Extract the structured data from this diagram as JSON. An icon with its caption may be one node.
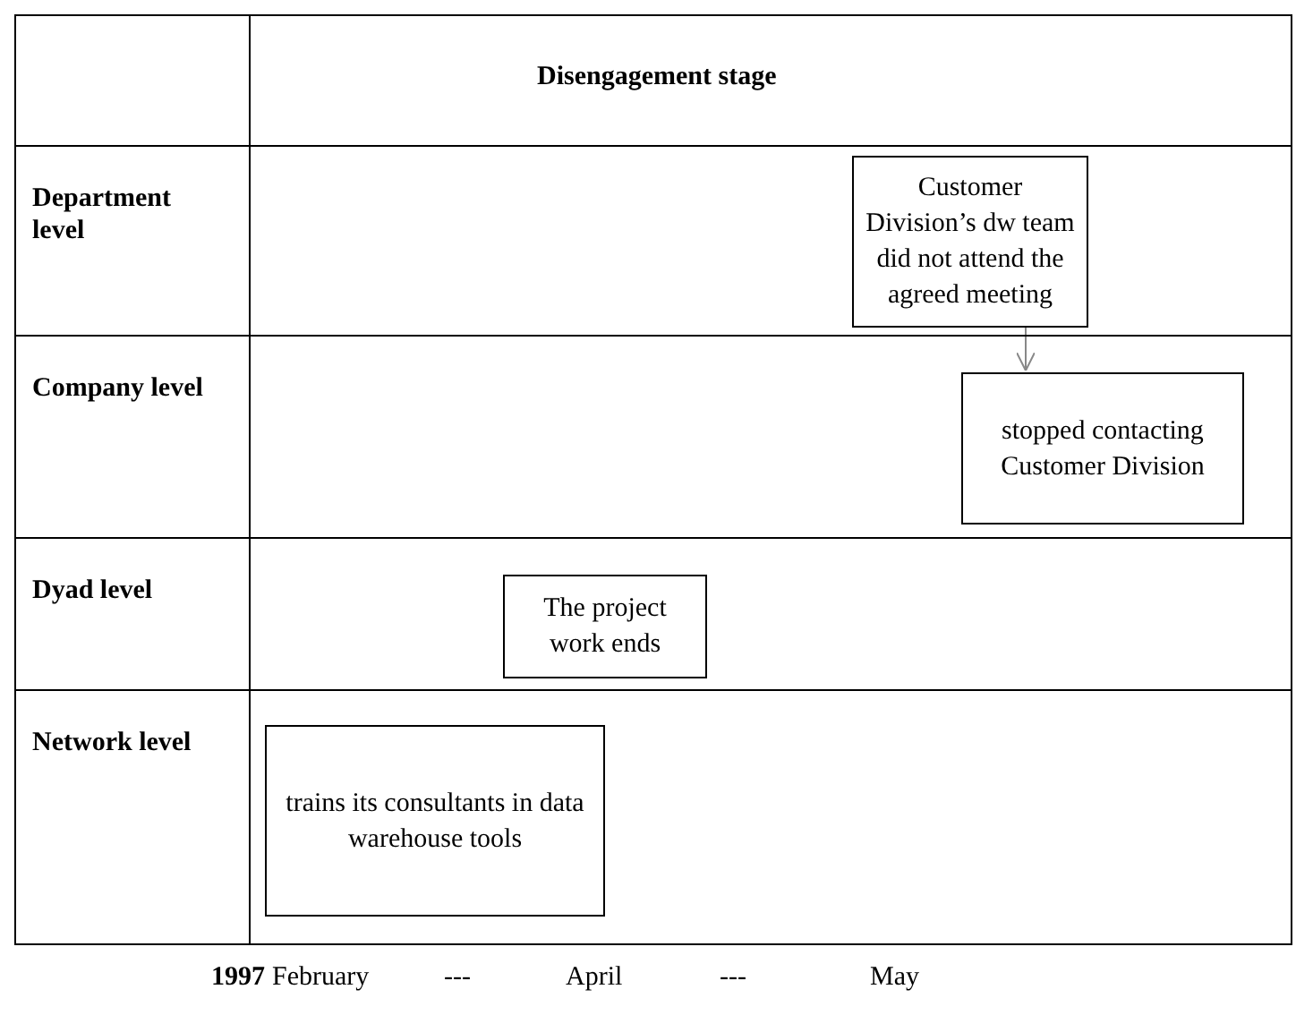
{
  "diagram": {
    "nodes": [
      {
        "text": [
          "Department level"
        ]
      },
      {
        "text": [
          "Customer Division’s dw team did not attend the agreed meeting"
        ],
        "in": 0
      },
      {
        "text": [
          "Company level"
        ]
      },
      {
        "text": [
          "stopped contacting Customer Division"
        ],
        "in": 2
      },
      {
        "text": [
          "Dyad level"
        ]
      },
      {
        "text": [
          "The project work ends"
        ],
        "in": 4
      },
      {
        "text": [
          "Network level"
        ]
      },
      {
        "text": [
          "trains its consultants in data warehouse tools"
        ],
        "in": 6
      }
    ],
    "edges": [
      {
        "from": 1,
        "to": 3,
        "arrow": "to"
      }
    ],
    "labels": [
      "Disengagement stage",
      "1997",
      "February",
      "---",
      "April",
      "---",
      "May"
    ]
  }
}
